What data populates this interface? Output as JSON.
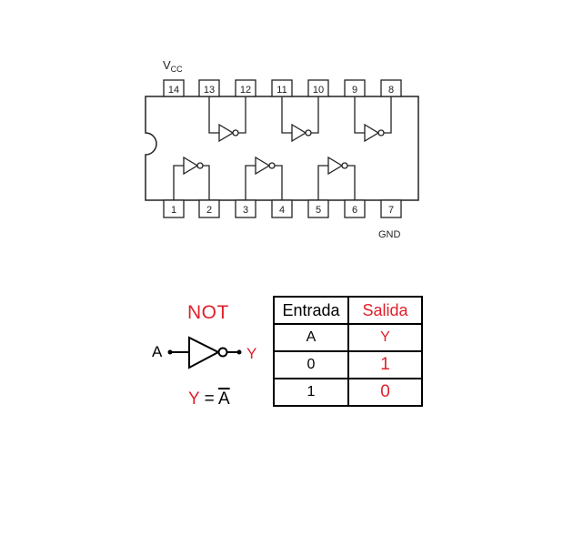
{
  "ic": {
    "vcc_label": "V",
    "vcc_sub": "CC",
    "gnd_label": "GND",
    "top_pins": [
      "14",
      "13",
      "12",
      "11",
      "10",
      "9",
      "8"
    ],
    "bottom_pins": [
      "1",
      "2",
      "3",
      "4",
      "5",
      "6",
      "7"
    ]
  },
  "gate": {
    "title": "NOT",
    "input": "A",
    "output": "Y",
    "equation_y": "Y",
    "equation_eq": " = ",
    "equation_a": "A"
  },
  "truth_table": {
    "headers": [
      "Entrada",
      "Salida"
    ],
    "labels": [
      "A",
      "Y"
    ],
    "rows": [
      [
        "0",
        "1"
      ],
      [
        "1",
        "0"
      ]
    ]
  },
  "colors": {
    "accent": "#e0202a",
    "line": "#000000"
  }
}
